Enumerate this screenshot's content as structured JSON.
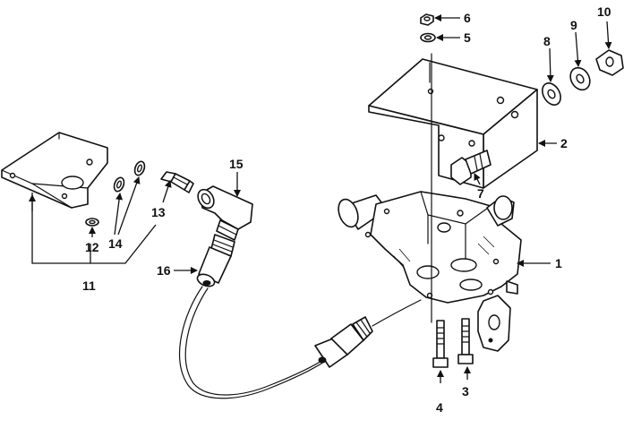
{
  "callouts": {
    "c1": "1",
    "c2": "2",
    "c3": "3",
    "c4": "4",
    "c5": "5",
    "c6": "6",
    "c7": "7",
    "c8": "8",
    "c9": "9",
    "c10": "10",
    "c11": "11",
    "c12": "12",
    "c13": "13",
    "c14": "14",
    "c15": "15",
    "c16": "16"
  },
  "colors": {
    "ink": "#111111",
    "paper": "#ffffff"
  }
}
